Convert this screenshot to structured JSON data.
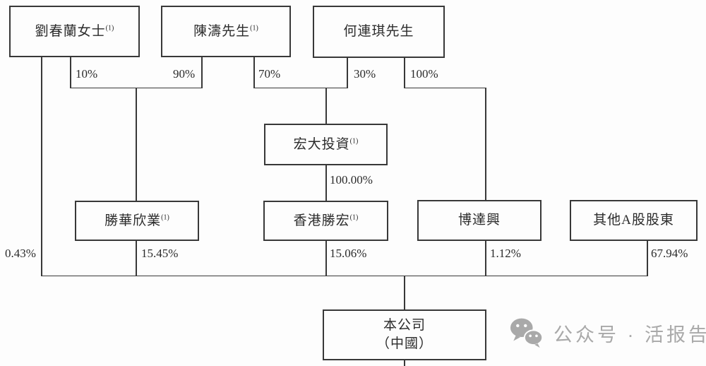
{
  "nodes": {
    "liu": {
      "label": "劉春蘭女士",
      "sup": "(1)"
    },
    "chen": {
      "label": "陳濤先生",
      "sup": "(1)"
    },
    "he": {
      "label": "何連琪先生"
    },
    "hongda": {
      "label": "宏大投資",
      "sup": "(1)"
    },
    "shenghua": {
      "label": "勝華欣業",
      "sup": "(1)"
    },
    "hksheng": {
      "label": "香港勝宏",
      "sup": "(1)"
    },
    "bodaxing": {
      "label": "博達興"
    },
    "othera": {
      "label": "其他A股股東"
    },
    "company": {
      "label": "本公司",
      "label2": "（中國）"
    }
  },
  "edges": {
    "liu_shenghua": "10%",
    "chen_shenghua": "90%",
    "chen_hongda": "70%",
    "he_hongda": "30%",
    "he_bodaxing": "100%",
    "hongda_hksheng": "100.00%",
    "liu_company": "0.43%",
    "shenghua_company": "15.45%",
    "hksheng_company": "15.06%",
    "bodaxing_company": "1.12%",
    "othera_company": "67.94%"
  },
  "watermark": {
    "icon": "wechat-icon",
    "text": "公众号 · 活报告"
  },
  "colors": {
    "line": "#383838",
    "text": "#2b2b2b",
    "watermark": "#a9a9a9",
    "background": "#fdfdfd"
  }
}
